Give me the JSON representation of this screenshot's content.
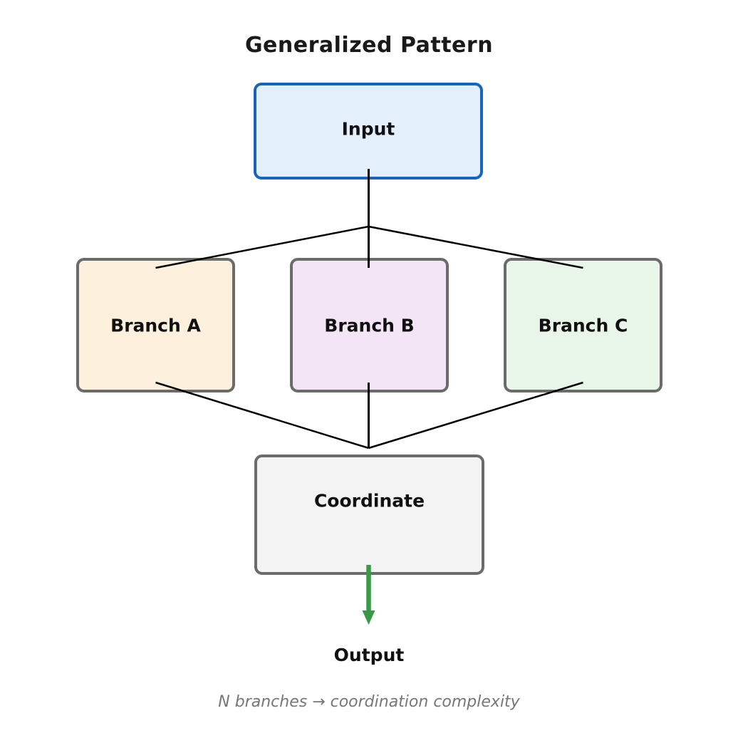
{
  "title": "Generalized Pattern",
  "nodes": {
    "input": {
      "label": "Input",
      "fill": "#e3f0fb",
      "border": "#1565c0"
    },
    "branch_a": {
      "label": "Branch A",
      "fill": "#fdf1de",
      "border": "#6b6b6b"
    },
    "branch_b": {
      "label": "Branch B",
      "fill": "#f3e5f5",
      "border": "#6b6b6b"
    },
    "branch_c": {
      "label": "Branch C",
      "fill": "#e8f5e9",
      "border": "#6b6b6b"
    },
    "coordinate": {
      "label": "Coordinate",
      "fill": "#f3f3f3",
      "border": "#6b6b6b"
    }
  },
  "edges": [
    {
      "from": "input",
      "to": "branch_a"
    },
    {
      "from": "input",
      "to": "branch_b"
    },
    {
      "from": "input",
      "to": "branch_c"
    },
    {
      "from": "branch_a",
      "to": "coordinate"
    },
    {
      "from": "branch_b",
      "to": "coordinate"
    },
    {
      "from": "branch_c",
      "to": "coordinate"
    },
    {
      "from": "coordinate",
      "to": "output"
    }
  ],
  "output_label": "Output",
  "caption": "N branches → coordination complexity",
  "colors": {
    "line": "#000000",
    "arrow": "#389a46",
    "caption_text": "#777777"
  }
}
